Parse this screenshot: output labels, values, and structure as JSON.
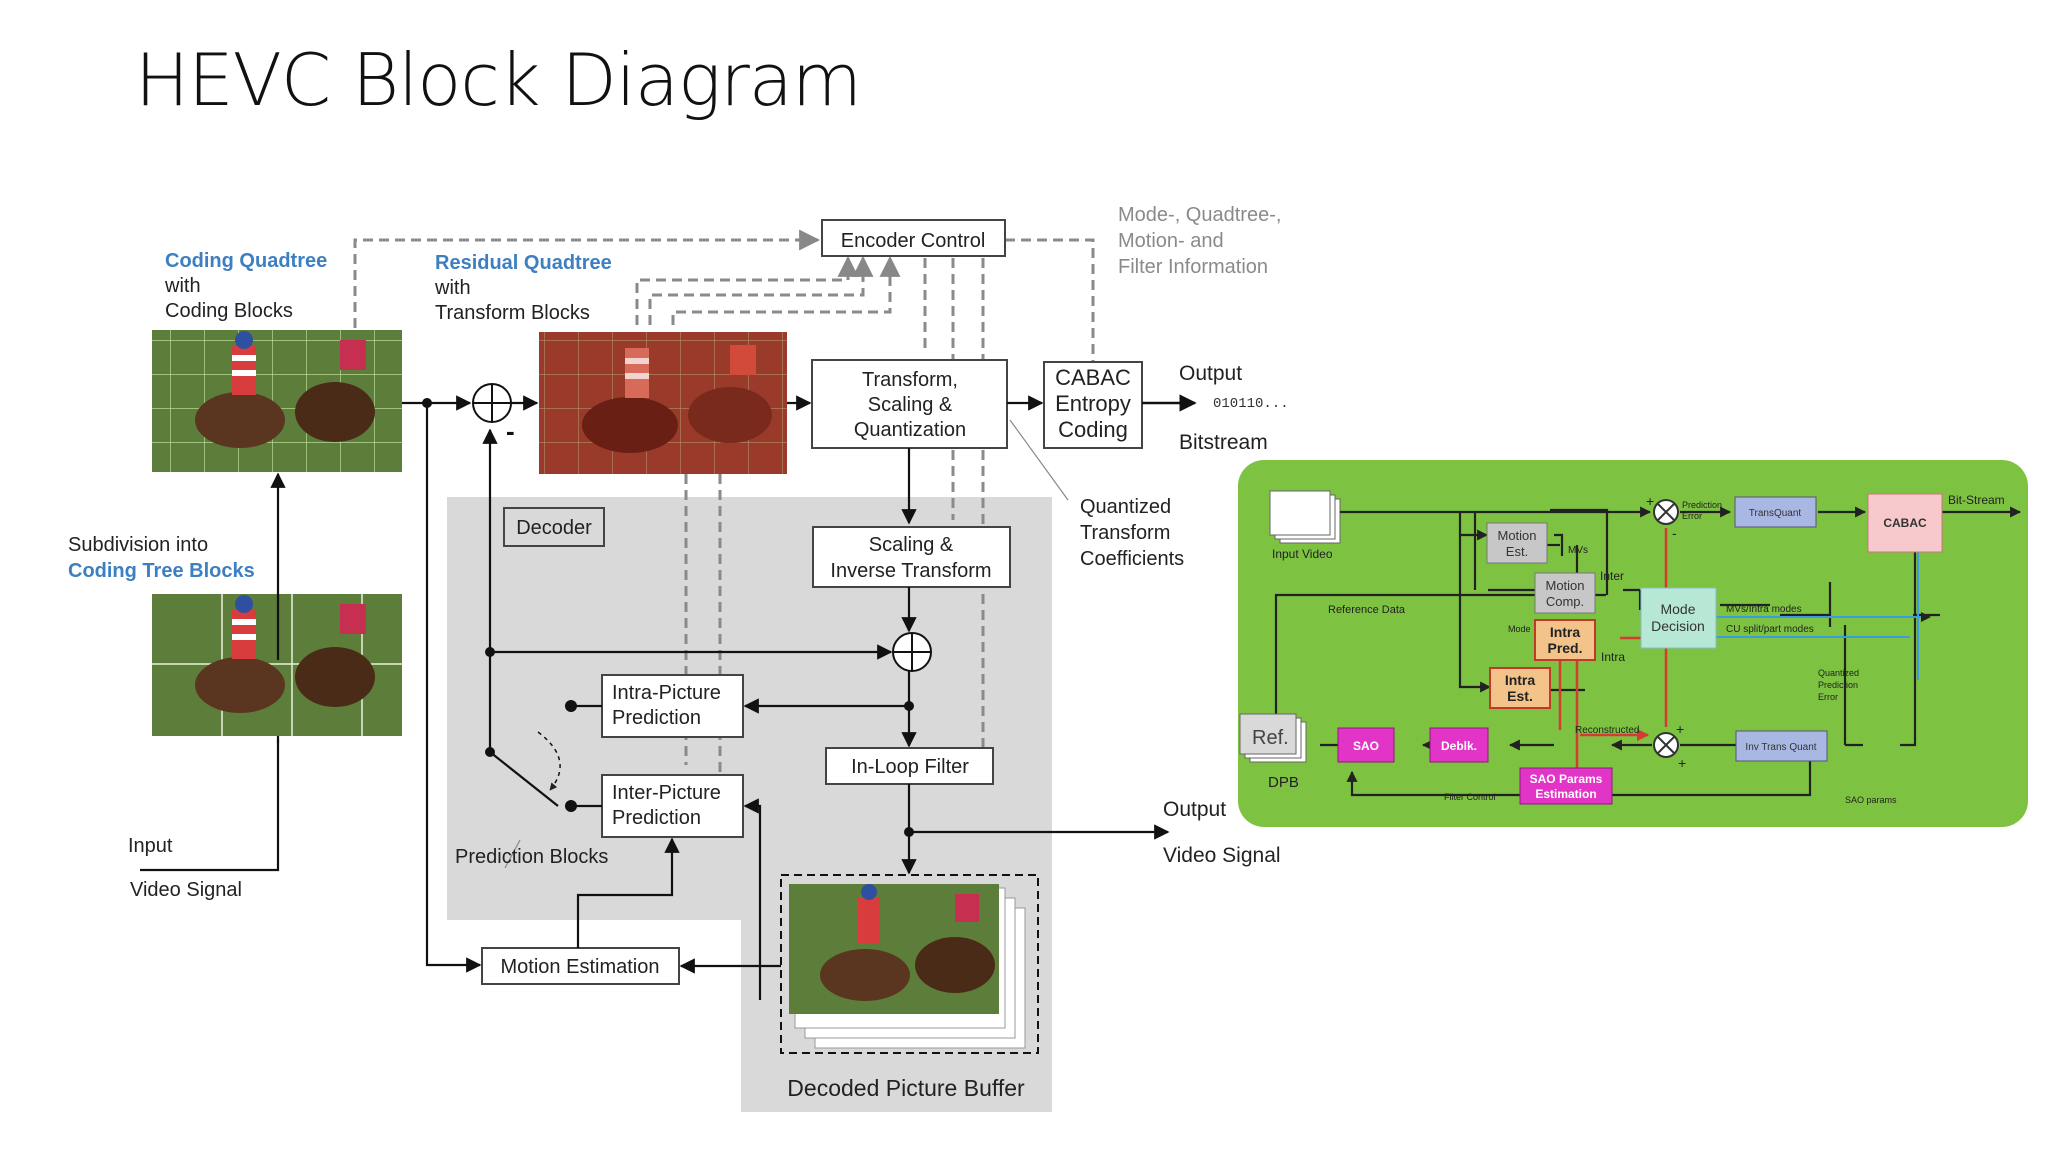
{
  "slide": {
    "title": "HEVC Block Diagram"
  },
  "left": {
    "coding_quadtree": [
      "Coding Quadtree",
      "with",
      "Coding Blocks"
    ],
    "residual_quadtree": [
      "Residual Quadtree",
      "with",
      "Transform Blocks"
    ],
    "subdivision": [
      "Subdivision into",
      "Coding Tree Blocks"
    ],
    "input": [
      "Input",
      "Video Signal"
    ],
    "encoder_control": "Encoder Control",
    "side_info": [
      "Mode-, Quadtree-,",
      "Motion- and",
      "Filter Information"
    ],
    "transform": [
      "Transform,",
      "Scaling &",
      "Quantization"
    ],
    "cabac": [
      "CABAC",
      "Entropy",
      "Coding"
    ],
    "output_bitstream": [
      "Output",
      "Bitstream"
    ],
    "bits": "010110...",
    "qtc": [
      "Quantized",
      "Transform",
      "Coefficients"
    ],
    "decoder": "Decoder",
    "scaling_inv": [
      "Scaling &",
      "Inverse Transform"
    ],
    "intra": [
      "Intra-Picture",
      "Prediction"
    ],
    "inter": [
      "Inter-Picture",
      "Prediction"
    ],
    "inloop": "In-Loop Filter",
    "pred_blocks": "Prediction Blocks",
    "motion_est": "Motion Estimation",
    "dpb": "Decoded Picture Buffer",
    "output_video": [
      "Output",
      "Video Signal"
    ],
    "minus": "-"
  },
  "right": {
    "input_video": "Input Video",
    "motion_est": [
      "Motion",
      "Est."
    ],
    "mvs": "MVs",
    "motion_comp": [
      "Motion",
      "Comp."
    ],
    "inter": "Inter",
    "intra_pred": [
      "Intra",
      "Pred."
    ],
    "intra": "Intra",
    "intra_est": [
      "Intra",
      "Est."
    ],
    "mode": "Mode",
    "mode_decision": [
      "Mode",
      "Decision"
    ],
    "reference_data": "Reference Data",
    "prediction_error": [
      "Prediction",
      "Error"
    ],
    "transquant": "TransQuant",
    "cabac": "CABAC",
    "bitstream": "Bit-Stream",
    "mv_modes": "MVs/Intra modes",
    "cu_modes": "CU split/part modes",
    "quantized_pred_error": [
      "Quantized",
      "Prediction",
      "Error"
    ],
    "inv_trans_quant": "Inv Trans Quant",
    "reconstructed": "Reconstructed",
    "ref": "Ref.",
    "dpb": "DPB",
    "sao": "SAO",
    "deblk": "Deblk.",
    "sao_params_est": [
      "SAO Params",
      "Estimation"
    ],
    "filter_control": "Filter Control",
    "sao_params": "SAO params",
    "plus": "+",
    "minus": "-"
  },
  "colors": {
    "quadtree_blue": "#3d7fc1",
    "panel_green": "#7ec242",
    "magenta": "#e235c8",
    "orange": "#f4c38a",
    "mode_decision": "#b7e7d5",
    "process_box": "#a9b8e3",
    "cabac_box": "#f7c9cc"
  }
}
